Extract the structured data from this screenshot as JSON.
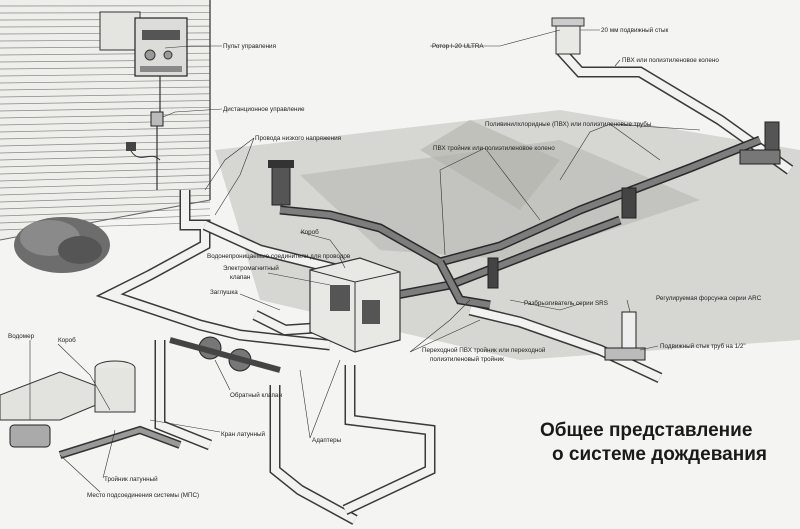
{
  "title_line1": "Общее представление",
  "title_line2": "о системе дождевания",
  "labels": {
    "controller": "Пульт управления",
    "remote": "Дистанционное управление",
    "low_voltage": "Провода низкого напряжения",
    "rotor": "Ротор I-20 ULTRA",
    "swing_joint_20": "20 мм подвижный стык",
    "pvc_elbow": "ПВХ или полиэтиленовое колено",
    "pipes": "Поливинилхлоридные (ПВХ) или полиэтиленовые трубы",
    "pvc_tee": "ПВХ тройник или полиэтиленовое колено",
    "box_top": "Короб",
    "waterproof": "Водонепроницаемые соединители для проводов",
    "solenoid_1": "Электромагнитный",
    "solenoid_2": "клапан",
    "plug": "Заглушка",
    "sprayer_srs": "Разбрызгиватель серии SRS",
    "nozzle_arc": "Регулируемая форсунка серии ARC",
    "swing_joint_half": "Подвижный стык труб на 1/2\"",
    "transition_1": "Переходной ПВХ тройник или переходной",
    "transition_2": "полиэтиленовый тройник",
    "meter": "Водомер",
    "box_left": "Короб",
    "check_valve": "Обратный клапан",
    "brass_valve": "Кран латунный",
    "adapters": "Адаптеры",
    "brass_tee": "Тройник латунный",
    "connection": "Место подсоединения системы (МПС)"
  }
}
